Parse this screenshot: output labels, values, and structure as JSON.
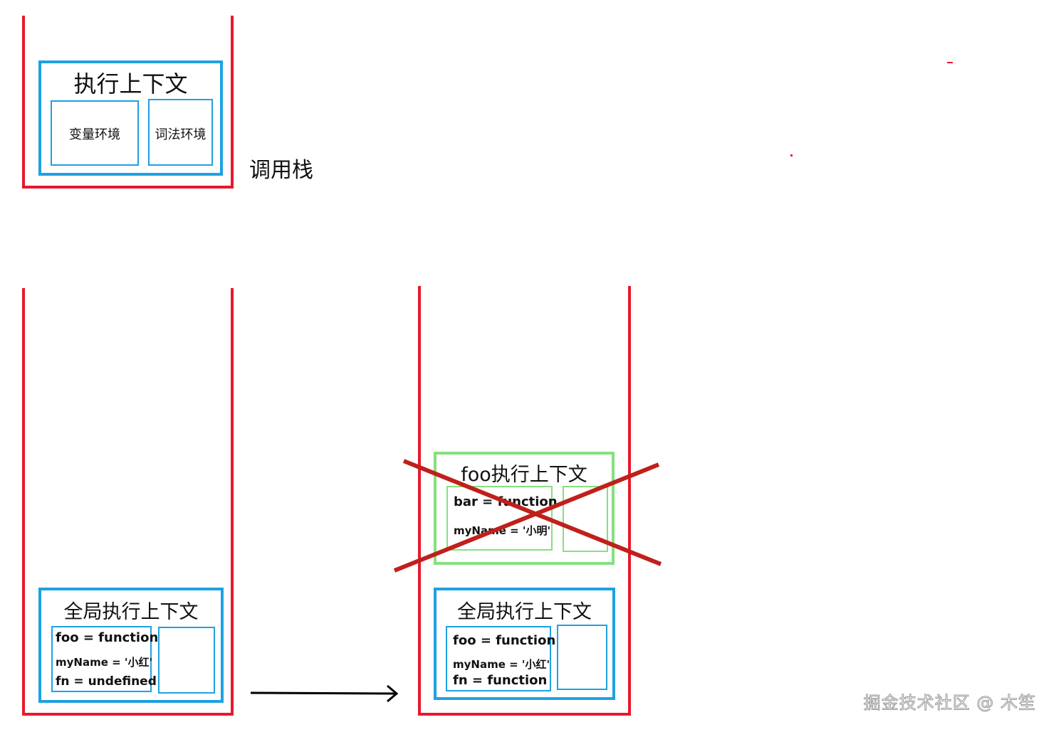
{
  "legend": {
    "context_title": "执行上下文",
    "variable_env": "变量环境",
    "lexical_env": "词法环境",
    "stack_label": "调用栈"
  },
  "before": {
    "global": {
      "title": "全局执行上下文",
      "vars": [
        "foo = function",
        "myName = '小红'",
        "fn = undefined"
      ]
    }
  },
  "after": {
    "foo": {
      "title": "foo执行上下文",
      "vars": [
        "bar = function",
        "myName = '小明'"
      ],
      "crossed_out": true
    },
    "global": {
      "title": "全局执行上下文",
      "vars": [
        "foo = function",
        "myName = '小红'",
        "fn = function"
      ]
    }
  },
  "watermark": "掘金技术社区 @ 木笙",
  "colors": {
    "stack": "#e8192c",
    "context": "#1ea1e2",
    "foo_context": "#86e07f",
    "cross": "#c0201b",
    "arrow": "#000000"
  }
}
